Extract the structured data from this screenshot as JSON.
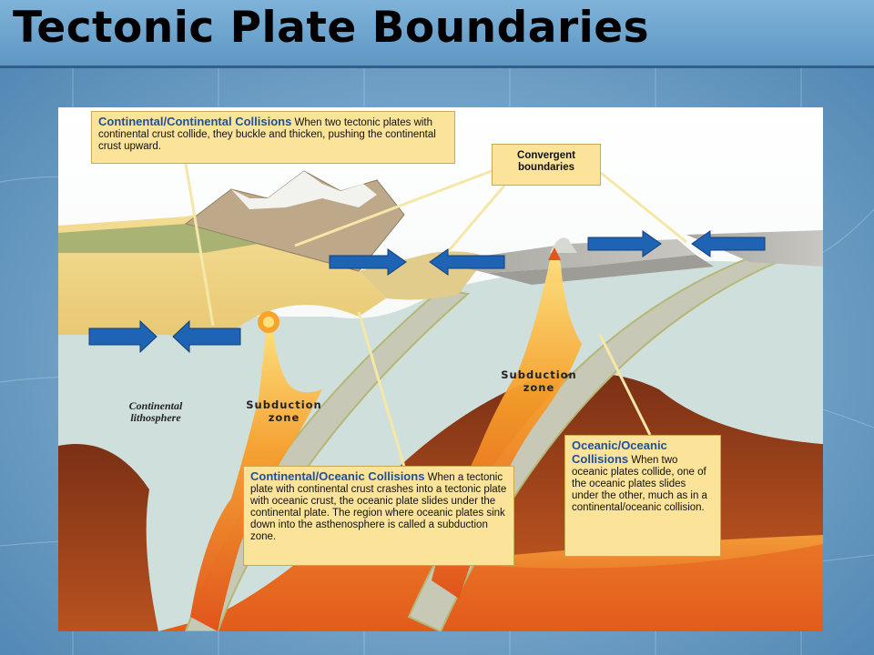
{
  "slide": {
    "title": "Tectonic Plate Boundaries"
  },
  "callouts": {
    "continental_continental": {
      "heading": "Continental/Continental Collisions",
      "body": " When two tectonic plates with continental crust collide, they buckle and thicken, pushing the continental crust upward."
    },
    "convergent": {
      "line1": "Convergent",
      "line2": "boundaries"
    },
    "continental_oceanic": {
      "heading": "Continental/Oceanic Collisions",
      "body": " When a tectonic plate with continental crust crashes into a tectonic plate with oceanic crust, the oceanic plate slides under the continental plate. The region where oceanic plates sink down into the asthenosphere is called a subduction zone."
    },
    "oceanic_oceanic": {
      "heading": "Oceanic/Oceanic Collisions",
      "body": " When two oceanic plates collide, one of the oceanic plates slides under the other, much as in a continental/oceanic collision."
    }
  },
  "labels": {
    "subduction_left_1": "Subduction",
    "subduction_left_2": "zone",
    "subduction_right_1": "Subduction",
    "subduction_right_2": "zone",
    "lithosphere_1": "Continental",
    "lithosphere_2": "lithosphere"
  },
  "colors": {
    "callout_fill": "#fbe39a",
    "heading_blue": "#1f4f9a",
    "arrow_blue": "#1f63b4",
    "magma_orange": "#f07a1c",
    "mantle_brown": "#8a3b1c",
    "lithosphere_blue": "#cfe0dc"
  },
  "icons": {
    "arrows": "plate-motion-arrow-icon"
  }
}
